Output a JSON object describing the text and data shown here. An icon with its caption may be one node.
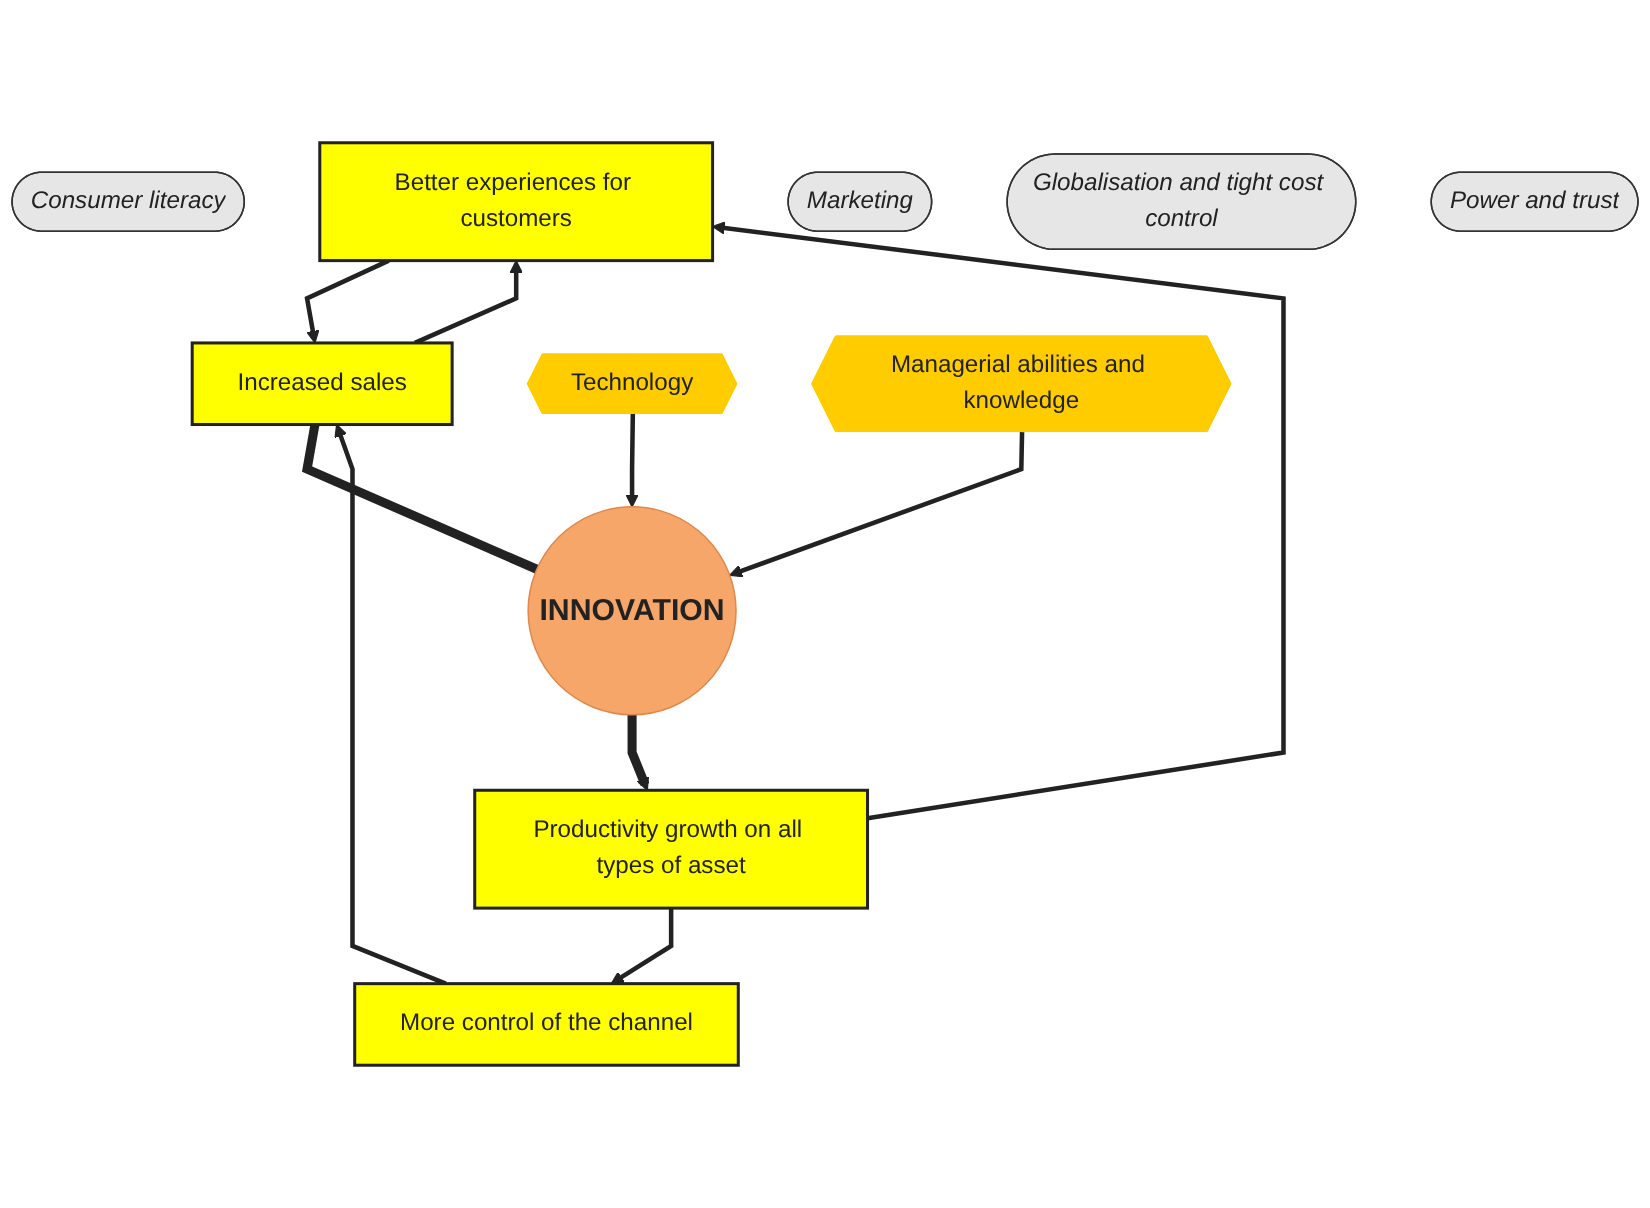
{
  "diagram": {
    "nodes": [
      {
        "text": [
          "Consumer literacy"
        ]
      },
      {
        "text": [
          "Better experiences for customers"
        ]
      },
      {
        "text": [
          "Increased sales"
        ]
      },
      {
        "text": [
          "Technology"
        ]
      },
      {
        "text": [
          "Marketing"
        ]
      },
      {
        "text": [
          "Globalisation and tight cost control"
        ]
      },
      {
        "text": [
          "INNOVATION"
        ]
      },
      {
        "text": [
          "Managerial abilities and knowledge"
        ]
      },
      {
        "text": [
          "Productivity growth on all types of asset"
        ]
      },
      {
        "text": [
          "More control of the channel"
        ]
      },
      {
        "text": [
          "Power and trust"
        ]
      }
    ],
    "edges": [
      {
        "from": 1,
        "to": 2,
        "arrow": "to"
      },
      {
        "from": 2,
        "to": 1,
        "arrow": "to"
      },
      {
        "from": 3,
        "to": 6,
        "arrow": "to"
      },
      {
        "from": 2,
        "to": 6,
        "arrow": "none",
        "style": "thick"
      },
      {
        "from": 6,
        "to": 8,
        "arrow": "to",
        "style": "thick"
      },
      {
        "from": 7,
        "to": 6,
        "arrow": "to"
      },
      {
        "from": 8,
        "to": 1,
        "arrow": "to"
      },
      {
        "from": 8,
        "to": 9,
        "arrow": "to"
      },
      {
        "from": 9,
        "to": 2,
        "arrow": "to"
      }
    ]
  }
}
